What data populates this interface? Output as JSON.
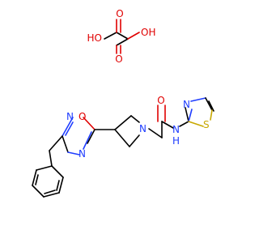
{
  "molecule": {
    "atoms": {
      "oxalic_ho_left": "HO",
      "oxalic_o_top": "O",
      "oxalic_oh_right": "OH",
      "oxalic_o_bottom": "O",
      "oxadiazole_o": "O",
      "oxadiazole_n_upper": "N",
      "oxadiazole_n_lower": "N",
      "azetidine_n": "N",
      "amide_o": "O",
      "amide_n": "N",
      "amide_h": "H",
      "thiazole_n": "N",
      "thiazole_s": "S"
    },
    "colors": {
      "carbon": "#000000",
      "oxygen": "#e00000",
      "nitrogen": "#1f3dff",
      "sulfur": "#c8a800"
    }
  }
}
